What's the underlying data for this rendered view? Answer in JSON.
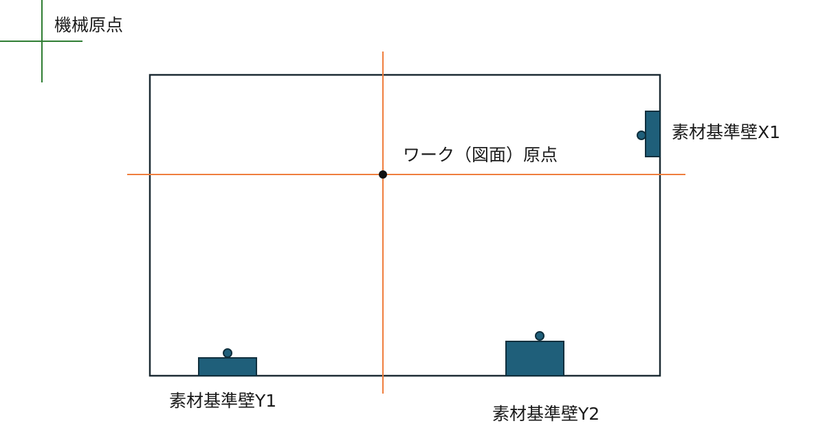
{
  "labels": {
    "machine_origin": "機械原点",
    "work_origin": "ワーク（図面）原点",
    "ref_wall_x1": "素材基準壁X1",
    "ref_wall_y1": "素材基準壁Y1",
    "ref_wall_y2": "素材基準壁Y2"
  },
  "colors": {
    "machine_axes": "#2e7d32",
    "work_axes": "#ef7d3c",
    "outline": "#1c2b33",
    "wall_fill": "#1f5f7a",
    "wall_stroke": "#0f2f3d",
    "origin_dot": "#111111"
  },
  "icons": {
    "machine_origin": "crosshair",
    "work_origin": "dot",
    "contact_probe": "circle"
  }
}
